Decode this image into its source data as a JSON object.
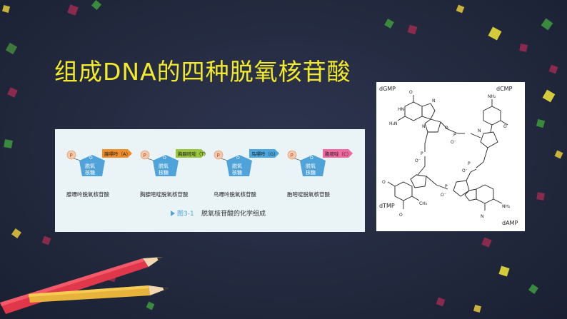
{
  "slide": {
    "title": "组成DNA的四种脱氧核苷酸"
  },
  "figure": {
    "caption_label": "图3-1",
    "caption_text": "脱氧核苷酸的化学组成",
    "phosphate_symbol": "P",
    "sugar_label_1": "脱氧",
    "sugar_label_2": "核糖",
    "nucleotides": [
      {
        "base": "腺嘌呤（A）",
        "name": "腺嘌呤脱氧核苷酸",
        "color": "#f08e2a"
      },
      {
        "base": "胸腺嘧啶（T）",
        "name": "胸腺嘧啶脱氧核苷酸",
        "color": "#9bc53d"
      },
      {
        "base": "鸟嘌呤（G）",
        "name": "鸟嘌呤脱氧核苷酸",
        "color": "#4aa8df"
      },
      {
        "base": "胞嘧啶（C）",
        "name": "胞嘧啶脱氧核苷酸",
        "color": "#f06aa0"
      }
    ],
    "colors": {
      "phosphate": "#f3c9a8",
      "sugar": "#4fa3d9",
      "title": "#f2ea2b"
    }
  },
  "structure": {
    "labels": {
      "dgmp": "dGMP",
      "dcmp": "dCMP",
      "dtmp": "dTMP",
      "damp": "dAMP"
    },
    "atoms": {
      "nh2": "NH₂",
      "o": "O",
      "n": "N",
      "hn": "HN",
      "h2n": "H₂N",
      "p": "P",
      "ominus": "O⁻",
      "ch3": "CH₃"
    }
  }
}
